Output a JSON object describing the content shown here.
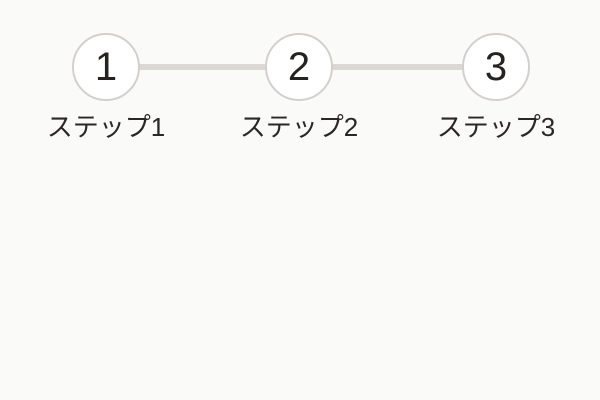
{
  "stepper": {
    "steps": [
      {
        "number": "1",
        "label": "ステップ1"
      },
      {
        "number": "2",
        "label": "ステップ2"
      },
      {
        "number": "3",
        "label": "ステップ3"
      }
    ]
  },
  "colors": {
    "background": "#fafaf9",
    "circle_fill": "#ffffff",
    "circle_border": "#d3d0cc",
    "connector": "#dbd8d4",
    "number_text": "#262220",
    "label_text": "#2b2724"
  }
}
